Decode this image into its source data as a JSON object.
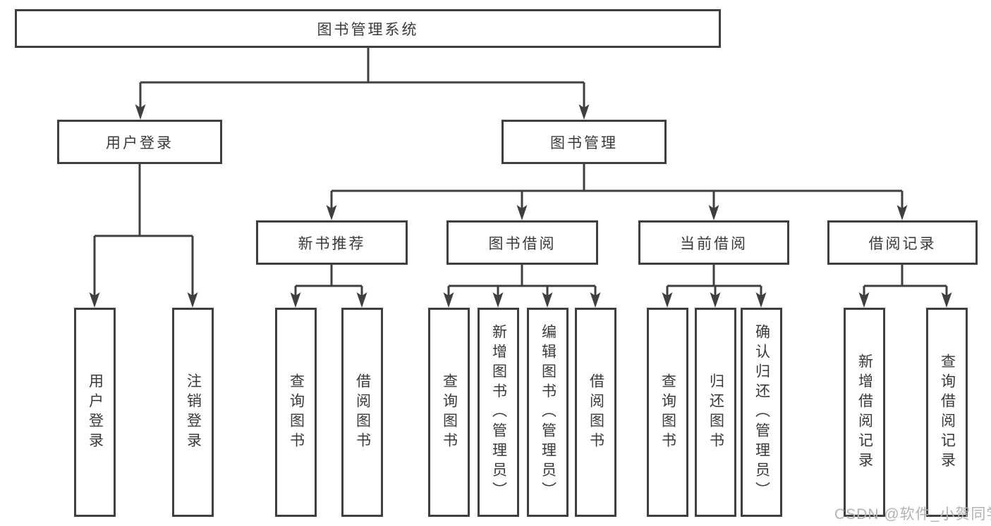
{
  "tree": {
    "label": "图书管理系统",
    "children": [
      {
        "label": "用户登录",
        "children": [
          {
            "label": "用户登录"
          },
          {
            "label": "注销登录"
          }
        ]
      },
      {
        "label": "图书管理",
        "children": [
          {
            "label": "新书推荐",
            "children": [
              {
                "label": "查询图书"
              },
              {
                "label": "借阅图书"
              }
            ]
          },
          {
            "label": "图书借阅",
            "children": [
              {
                "label": "查询图书"
              },
              {
                "label": "新增图书（管理员）"
              },
              {
                "label": "编辑图书（管理员）"
              },
              {
                "label": "借阅图书"
              }
            ]
          },
          {
            "label": "当前借阅",
            "children": [
              {
                "label": "查询图书"
              },
              {
                "label": "归还图书"
              },
              {
                "label": "确认归还（管理员）"
              }
            ]
          },
          {
            "label": "借阅记录",
            "children": [
              {
                "label": "新增借阅记录"
              },
              {
                "label": "查询借阅记录"
              }
            ]
          }
        ]
      }
    ]
  },
  "watermark": {
    "text": "CSDN @软件_小贺同学"
  },
  "colors": {
    "line": "#3f3f3f",
    "text": "#3a3a3a",
    "background": "#ffffff",
    "watermark": "#b3b3b3"
  }
}
